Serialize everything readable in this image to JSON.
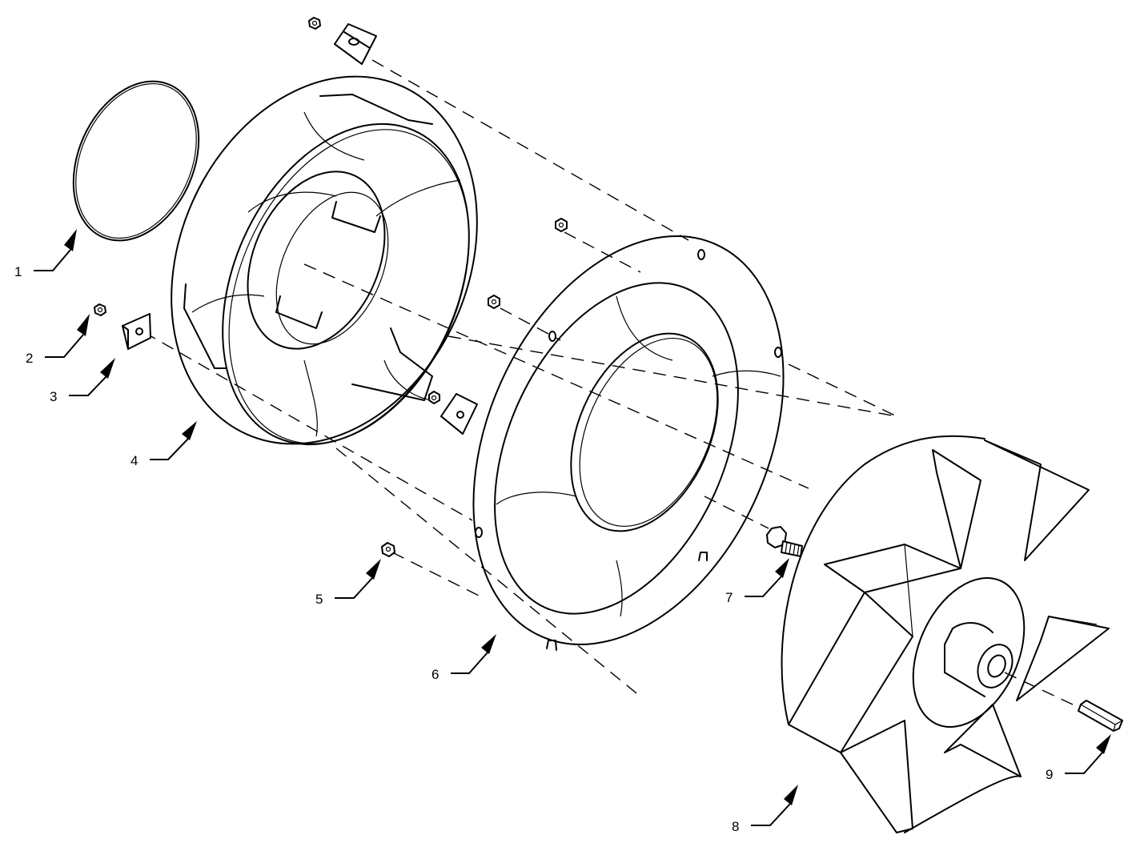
{
  "callouts": [
    {
      "id": "1",
      "label": "1",
      "part": "gasket"
    },
    {
      "id": "2",
      "label": "2",
      "part": "nut"
    },
    {
      "id": "3",
      "label": "3",
      "part": "clip-nut"
    },
    {
      "id": "4",
      "label": "4",
      "part": "inlet-ring-housing"
    },
    {
      "id": "5",
      "label": "5",
      "part": "nut"
    },
    {
      "id": "6",
      "label": "6",
      "part": "inlet-plate"
    },
    {
      "id": "7",
      "label": "7",
      "part": "bolt"
    },
    {
      "id": "8",
      "label": "8",
      "part": "blower-wheel"
    },
    {
      "id": "9",
      "label": "9",
      "part": "key"
    }
  ]
}
